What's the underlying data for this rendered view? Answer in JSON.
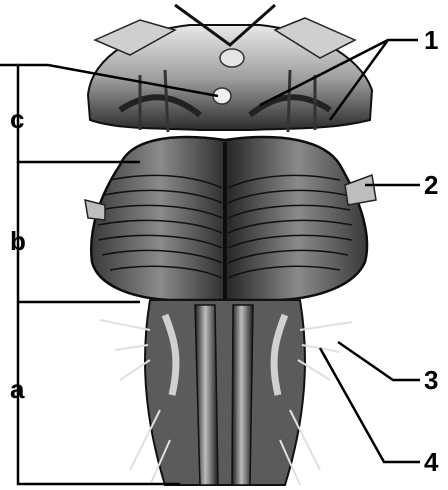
{
  "diagram": {
    "left_labels": [
      "c",
      "b",
      "a"
    ],
    "right_labels": [
      "1",
      "2",
      "3",
      "4"
    ]
  },
  "colors": {
    "background": "#ffffff",
    "ink": "#000000",
    "tissue_dark": "#1c1c1c",
    "tissue_mid": "#6a6a6a",
    "tissue_light": "#d6d6d6"
  }
}
